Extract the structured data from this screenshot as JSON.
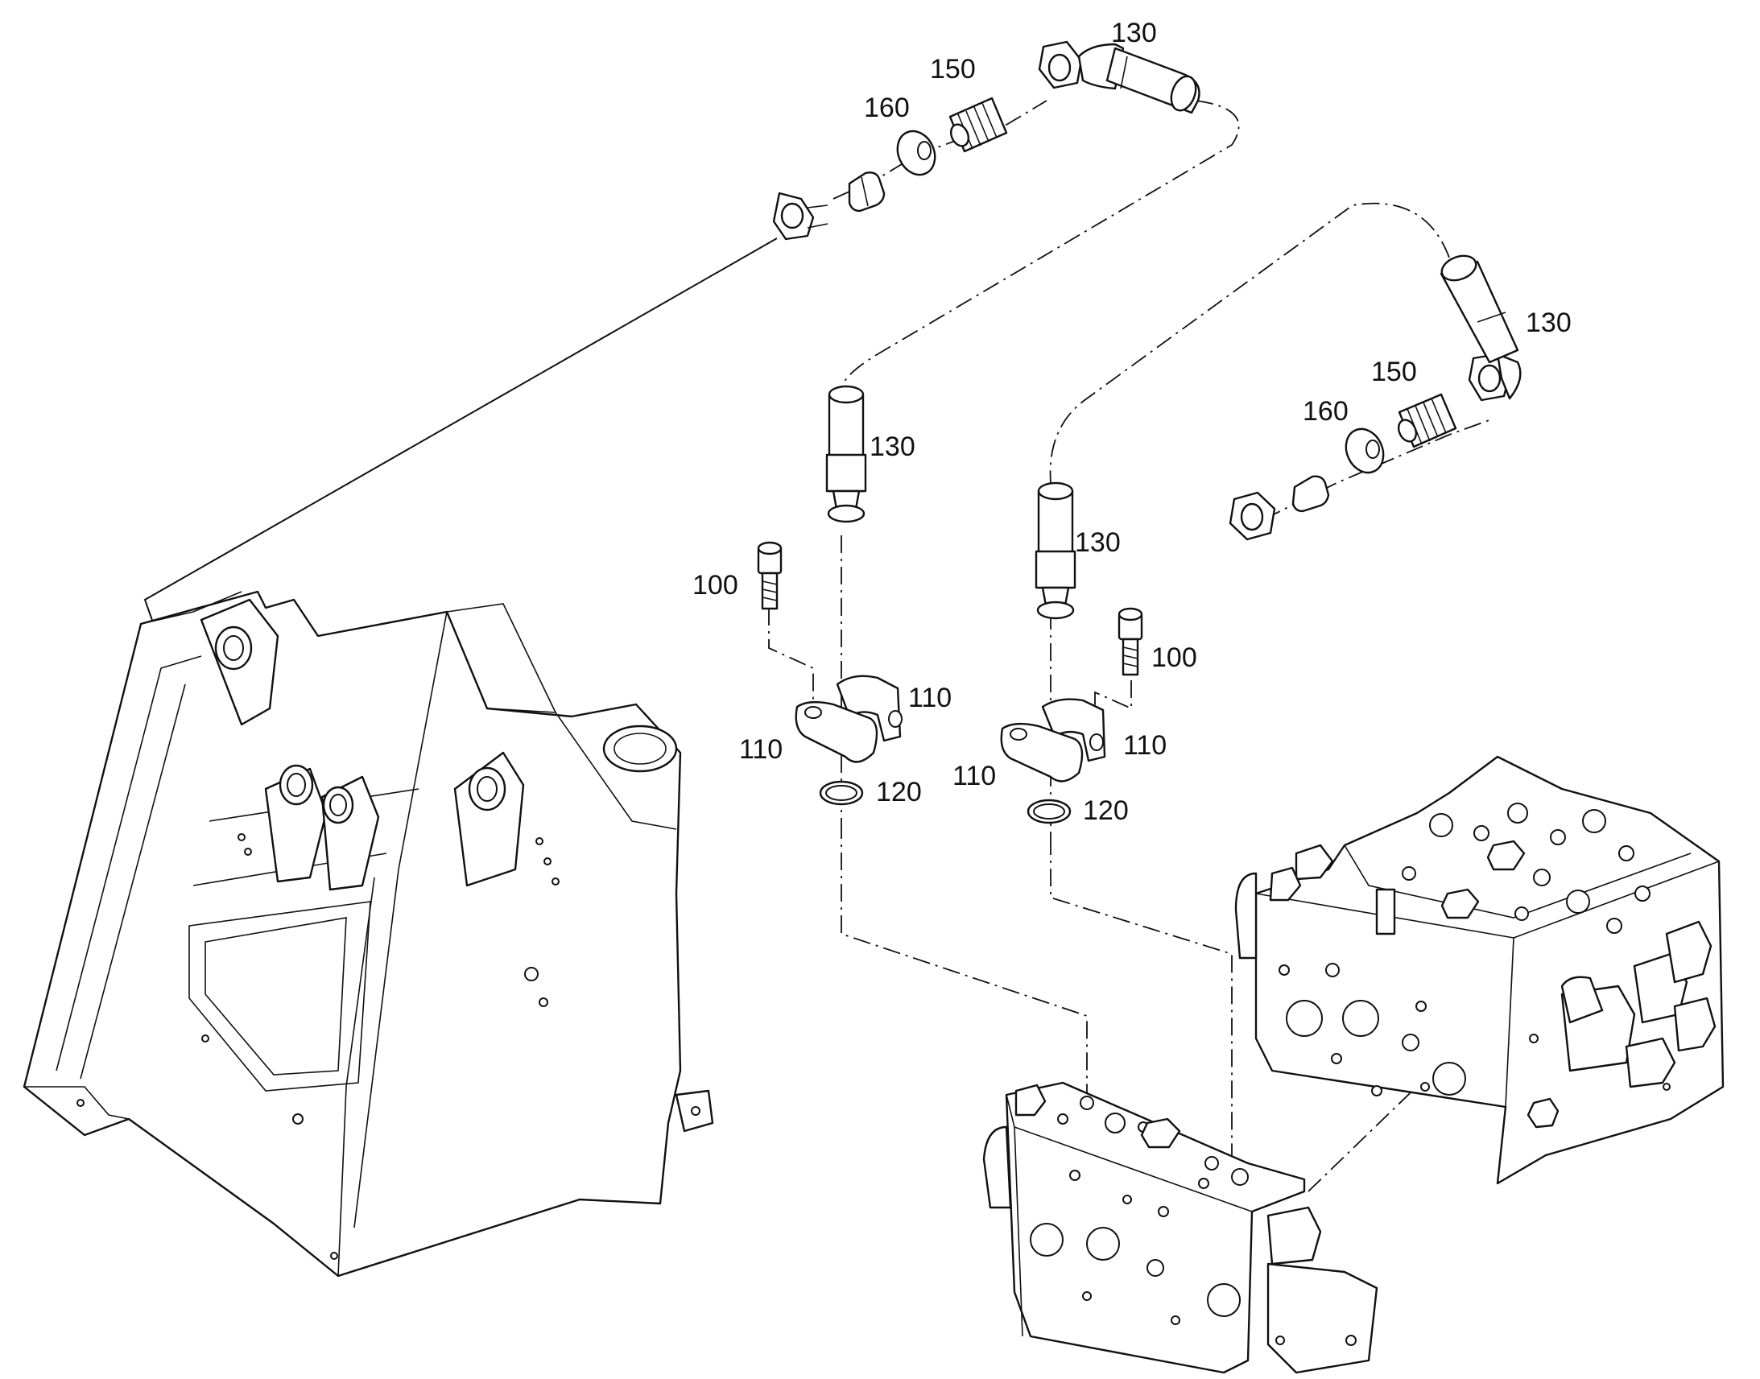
{
  "callouts": {
    "hose_top": "130",
    "fitting_top": "150",
    "washer_top": "160",
    "hose_right": "130",
    "fitting_right": "150",
    "washer_right": "160",
    "hose_mid_left": "130",
    "hose_mid_right": "130",
    "screw_left": "100",
    "screw_right": "100",
    "flange_left_a": "110",
    "flange_left_b": "110",
    "flange_right_a": "110",
    "flange_right_b": "110",
    "oring_left": "120",
    "oring_right": "120"
  }
}
